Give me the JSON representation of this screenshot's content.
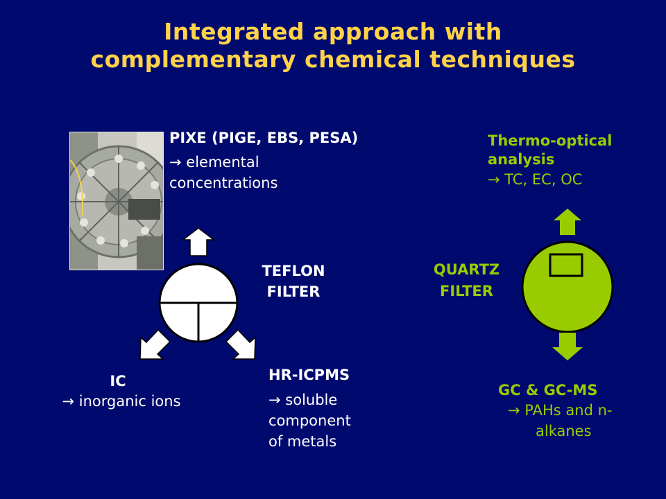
{
  "title": {
    "line1": "Integrated approach with",
    "line2": "complementary chemical techniques"
  },
  "teflon": {
    "label_line1": "TEFLON",
    "label_line2": "FILTER",
    "pixe": {
      "heading": "PIXE (PIGE, EBS, PESA)",
      "arrow": "→",
      "line1": "elemental",
      "line2": "concentrations"
    },
    "ic": {
      "heading": "IC",
      "arrow": "→",
      "line1": "inorganic ions"
    },
    "icpms": {
      "heading": "HR-ICPMS",
      "arrow": "→",
      "line1": "soluble",
      "line2": "component",
      "line3": "of metals"
    }
  },
  "quartz": {
    "label_line1": "QUARTZ",
    "label_line2": "FILTER",
    "thermo": {
      "heading_line1": "Thermo-optical",
      "heading_line2": "analysis",
      "arrow": "→",
      "line1": "TC, EC, OC"
    },
    "gc": {
      "heading": "GC & GC-MS",
      "arrow": "→",
      "line1": "PAHs and n-",
      "line2": "alkanes"
    }
  },
  "colors": {
    "background": "#000a6e",
    "title": "#ffd24a",
    "quartz_green": "#99cc00",
    "white": "#ffffff"
  }
}
